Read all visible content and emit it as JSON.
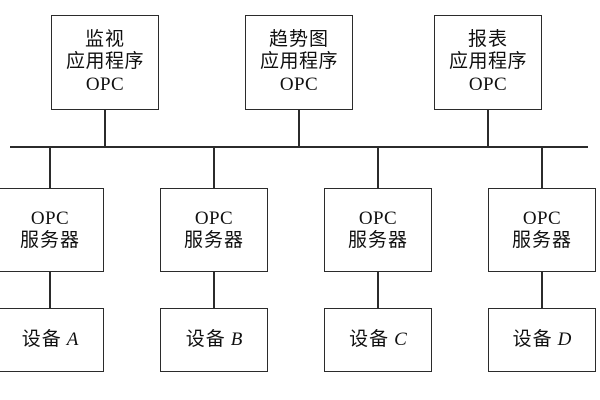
{
  "diagram": {
    "background_color": "#ffffff",
    "line_color": "#2b2b2b",
    "text_color": "#101010",
    "bus": {
      "label": ""
    },
    "applications": [
      {
        "line1": "监视",
        "line2": "应用程序",
        "line3": "OPC"
      },
      {
        "line1": "趋势图",
        "line2": "应用程序",
        "line3": "OPC"
      },
      {
        "line1": "报表",
        "line2": "应用程序",
        "line3": "OPC"
      }
    ],
    "servers": [
      {
        "line1": "OPC",
        "line2": "服务器"
      },
      {
        "line1": "OPC",
        "line2": "服务器"
      },
      {
        "line1": "OPC",
        "line2": "服务器"
      },
      {
        "line1": "OPC",
        "line2": "服务器"
      }
    ],
    "devices": [
      {
        "label": "设备",
        "id": "A"
      },
      {
        "label": "设备",
        "id": "B"
      },
      {
        "label": "设备",
        "id": "C"
      },
      {
        "label": "设备",
        "id": "D"
      }
    ]
  }
}
